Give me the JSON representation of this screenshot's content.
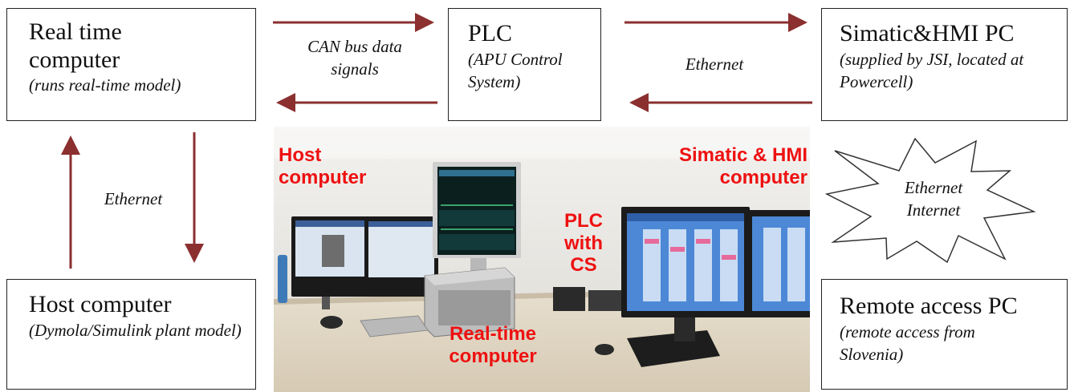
{
  "boxes": {
    "realtime": {
      "title": "Real time computer",
      "subtitle": "(runs real-time model)"
    },
    "plc": {
      "title": "PLC",
      "subtitle": "(APU Control System)"
    },
    "simatic": {
      "title": "Simatic&HMI PC",
      "subtitle": "(supplied by JSI, located at Powercell)"
    },
    "host": {
      "title": "Host computer",
      "subtitle": "(Dymola/Simulink plant model)"
    },
    "remote": {
      "title": "Remote access PC",
      "subtitle": "(remote access from Slovenia)"
    }
  },
  "links": {
    "can": "CAN bus data signals",
    "ethernet_top": "Ethernet",
    "ethernet_left": "Ethernet",
    "ethernet_internet": "Ethernet Internet"
  },
  "photo_labels": {
    "host": "Host computer",
    "simatic": "Simatic & HMI computer",
    "plc": "PLC with CS",
    "realtime": "Real-time computer"
  },
  "colors": {
    "arrow": "#8b2f2f",
    "photo_label": "#ee1111"
  }
}
